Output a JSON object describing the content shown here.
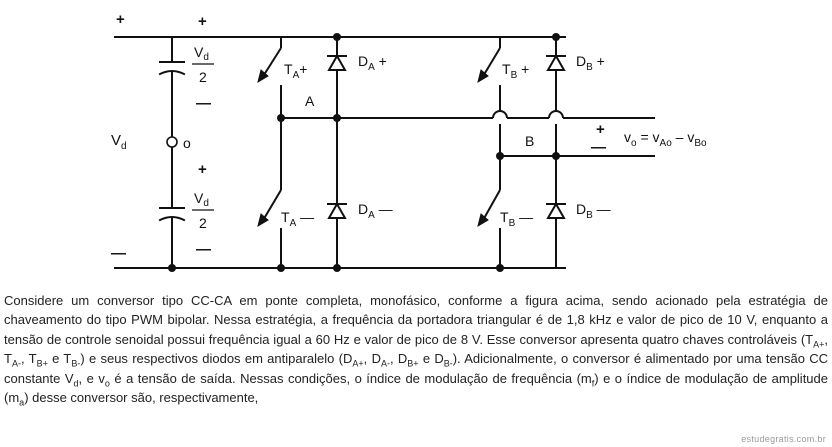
{
  "circuit": {
    "dc_plus_left": "+",
    "dc_minus_left": "—",
    "vd": {
      "main": "V",
      "sub": "d"
    },
    "midpoint": "o",
    "cap_top": {
      "plus": "+",
      "num_main": "V",
      "num_sub": "d",
      "den": "2",
      "minus": "—"
    },
    "cap_bottom": {
      "plus": "+",
      "num_main": "V",
      "num_sub": "d",
      "den": "2",
      "minus": "—"
    },
    "switches": {
      "ta_plus": {
        "main": "T",
        "sub": "A",
        "suffix": "+"
      },
      "ta_minus": {
        "main": "T",
        "sub": "A",
        "suffix": " —"
      },
      "tb_plus": {
        "main": "T",
        "sub": "B",
        "suffix": " +"
      },
      "tb_minus": {
        "main": "T",
        "sub": "B",
        "suffix": " —"
      }
    },
    "diodes": {
      "da_plus": {
        "main": "D",
        "sub": "A",
        "suffix": " +"
      },
      "da_minus": {
        "main": "D",
        "sub": "A",
        "suffix": " —"
      },
      "db_plus": {
        "main": "D",
        "sub": "B",
        "suffix": " +"
      },
      "db_minus": {
        "main": "D",
        "sub": "B",
        "suffix": " —"
      }
    },
    "node_a": "A",
    "node_b": "B",
    "output": {
      "plus": "+",
      "minus": "—",
      "vo": "v",
      "vo_sub": "o",
      "eq": " = v",
      "vao_sub": "Ao",
      "dash": " – v",
      "vbo_sub": "Bo"
    }
  },
  "question": {
    "p1": "Considere um conversor tipo CC-CA em ponte completa, monofásico, conforme a figura acima, sendo acionado pela estratégia de chaveamento do tipo PWM bipolar. Nessa estratégia, a frequência da portadora triangular é de 1,8 kHz e valor de pico de 10 V, enquanto a  tensão de controle senoidal possui frequência igual a 60 Hz e valor de pico de 8 V. Esse conversor apresenta quatro chaves controláveis (T",
    "s1": "A+",
    "p2": ", T",
    "s2": "A-",
    "p3": ", T",
    "s3": "B+",
    "p4": " e T",
    "s4": "B-",
    "p5": ") e seus respectivos diodos em antiparalelo (D",
    "s5": "A+",
    "p6": ", D",
    "s6": "A-",
    "p7": ", D",
    "s7": "B+",
    "p8": " e D",
    "s8": "B-",
    "p9": "). Adicionalmente, o conversor é alimentado por uma tensão CC constante V",
    "s9": "d",
    "p10": ", e  v",
    "s10": "o",
    "p11": " é a tensão de saída. Nessas condições, o índice de modulação de frequência (m",
    "s11": "f",
    "p12": ") e o índice de modulação de amplitude (m",
    "s12": "a",
    "p13": ") desse conversor são, respectivamente,"
  },
  "watermark": "estudegratis.com.br"
}
